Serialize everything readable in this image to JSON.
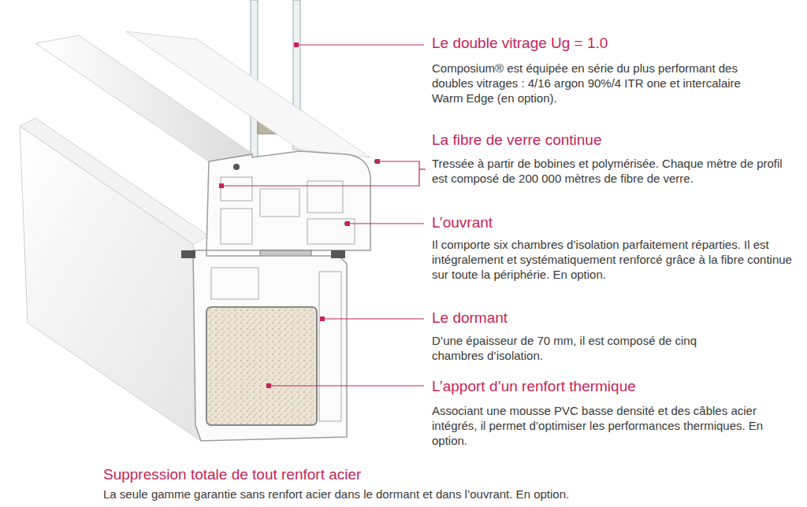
{
  "diagram": {
    "labels": [
      "Le double vitrage Ug = 1.0",
      "Composium® est équipée en série du plus performant des doubles vitrages : 4/16 argon 90%/4 ITR one et intercalaire Warm Edge (en option).",
      "La fibre de verre continue",
      "Tressée à partir de bobines et polymérisée. Chaque mètre de profil est composé de 200 000 mètres de fibre de verre.",
      "L’ouvrant",
      "Il comporte six chambres d’isolation parfaitement réparties. Il est intégralement et systématiquement renforcé grâce à la fibre continue sur toute la périphérie. En option.",
      "Le dormant",
      "D’une épaisseur de 70 mm, il est composé de cinq chambres d’isolation.",
      "L’apport d’un renfort thermique",
      "Associant une mousse PVC basse densité et des câbles acier intégrés, il permet d’optimiser les performances thermiques. En option.",
      "Suppression totale de tout renfort acier",
      "La seule gamme garantie sans renfort acier dans le dormant et dans l’ouvrant. En option."
    ]
  }
}
